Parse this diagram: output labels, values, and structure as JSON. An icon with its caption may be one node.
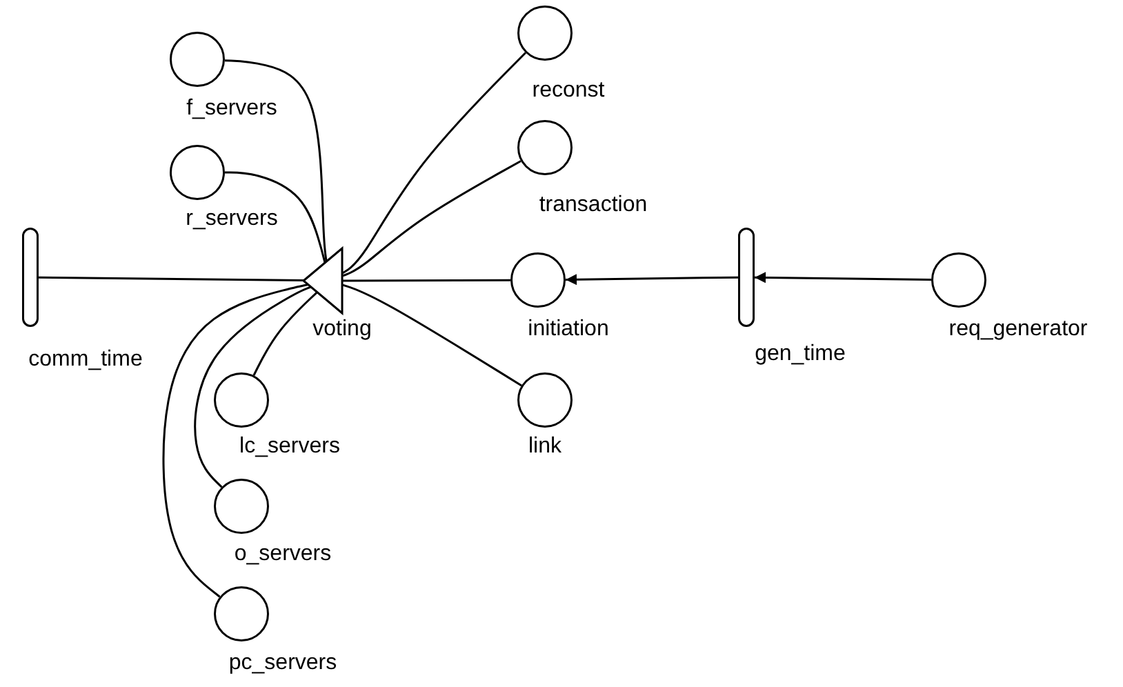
{
  "diagram": {
    "nodes": [
      {
        "text": [
          "f_servers"
        ]
      },
      {
        "text": [
          "reconst"
        ]
      },
      {
        "text": [
          "transaction"
        ]
      },
      {
        "text": [
          "r_servers"
        ]
      },
      {
        "text": [
          "comm_time"
        ]
      },
      {
        "text": [
          "voting"
        ]
      },
      {
        "text": [
          "initiation"
        ]
      },
      {
        "text": [
          "gen_time"
        ]
      },
      {
        "text": [
          "req_generator"
        ]
      },
      {
        "text": [
          "lc_servers"
        ]
      },
      {
        "text": [
          "link"
        ]
      },
      {
        "text": [
          "o_servers"
        ]
      },
      {
        "text": [
          "pc_servers"
        ]
      }
    ],
    "edges": [
      {
        "from": 0,
        "to": 5,
        "arrow": "none"
      },
      {
        "from": 1,
        "to": 5,
        "arrow": "none"
      },
      {
        "from": 2,
        "to": 5,
        "arrow": "none"
      },
      {
        "from": 3,
        "to": 5,
        "arrow": "none"
      },
      {
        "from": 4,
        "to": 5,
        "arrow": "none"
      },
      {
        "from": 6,
        "to": 5,
        "arrow": "none"
      },
      {
        "from": 7,
        "to": 6,
        "arrow": "to"
      },
      {
        "from": 8,
        "to": 7,
        "arrow": "to"
      },
      {
        "from": 9,
        "to": 5,
        "arrow": "none"
      },
      {
        "from": 10,
        "to": 5,
        "arrow": "none"
      },
      {
        "from": 11,
        "to": 5,
        "arrow": "none"
      },
      {
        "from": 12,
        "to": 5,
        "arrow": "none"
      }
    ]
  }
}
